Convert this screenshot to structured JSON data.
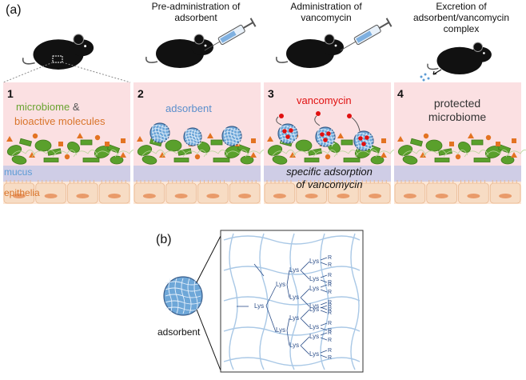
{
  "panel_labels": {
    "a": "(a)",
    "b": "(b)"
  },
  "stage_titles": {
    "s2": [
      "Pre-administration of",
      "adsorbent"
    ],
    "s3": [
      "Administration of",
      "vancomycin"
    ],
    "s4": [
      "Excretion of",
      "adsorbent/vancomycin",
      "complex"
    ]
  },
  "step_numbers": [
    "1",
    "2",
    "3",
    "4"
  ],
  "panel1": {
    "microbiome": "microbiome",
    "amp": "&",
    "bioactive": "bioactive molecules",
    "mucus": "mucus",
    "epithelia": "epithelia"
  },
  "panel2": {
    "adsorbent": "adsorbent"
  },
  "panel3": {
    "vancomycin": "vancomycin",
    "specific": [
      "specific adsorption",
      "of vancomycin"
    ]
  },
  "panel4": {
    "protected": [
      "protected",
      "microbiome"
    ]
  },
  "panel_b": {
    "adsorbent_label": "adsorbent",
    "node": "Lys",
    "terminal": "R"
  },
  "colors": {
    "panel_bg": "#fbe0e2",
    "mucus": "#cfcde6",
    "epithelia": "#f7dcc4",
    "microbe_green": "#5aa02c",
    "molecule_orange": "#e37322",
    "adsorbent_blue": "#6ea7d8",
    "vancomycin_red": "#e01010",
    "network_blue": "#a9c8e6",
    "dendron_blue": "#2d4f8a",
    "mucus_text": "#5b9bd5",
    "epithelia_text": "#d9742a",
    "microbiome_text": "#6aa331"
  }
}
